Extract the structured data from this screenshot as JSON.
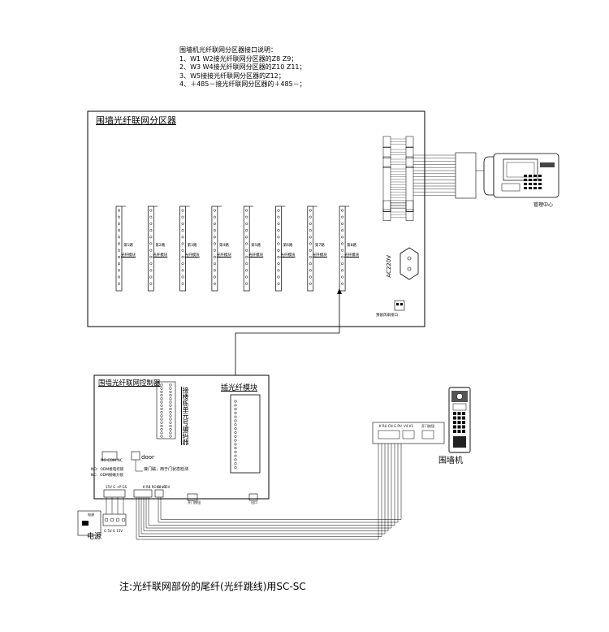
{
  "notes": {
    "heading": "围墙机光纤联网分区器接口说明：",
    "lines": [
      "1、W1 W2接光纤联网分区器的Z8 Z9；",
      "2、W3 W4接光纤联网分区器的Z10 Z11；",
      "3、W5接接光纤联网分区器的Z12；",
      "4、＋485－接光纤联网分区器的＋485－；"
    ]
  },
  "partitioner": {
    "title": "围墙光纤联网分区器",
    "ac_label": "AC220V",
    "port_label": "預留风扇接口",
    "modules": [
      {
        "name": "第1路",
        "sub": "光纤模块"
      },
      {
        "name": "第2路",
        "sub": "光纤模块"
      },
      {
        "name": "第3路",
        "sub": "光纤模块"
      },
      {
        "name": "第4路",
        "sub": "光纤模块"
      },
      {
        "name": "第5路",
        "sub": "光纤模块"
      },
      {
        "name": "第6路",
        "sub": "光纤模块"
      },
      {
        "name": "第7路",
        "sub": "光纤模块"
      },
      {
        "name": "第8路",
        "sub": "光纤模块"
      }
    ]
  },
  "management": {
    "label": "管理中心"
  },
  "controller": {
    "title": "围墙光纤联网控制器",
    "vertical_label": "接楼栋单元号编码器",
    "fiber_module": "插光纤模块",
    "door_label": "door",
    "door_check": "接门磁，用于门状态检测",
    "no_line": "NO：ODM接电控锁",
    "nc_line": "NC：ODM接磁力锁",
    "nocomnc": "NO COM NC",
    "power_header": "15V G +P GS",
    "fiber_header": "K RB RG G +15V",
    "v_header": "V4 V1",
    "port_a": "开门按钮",
    "port_b": "出口"
  },
  "wall_unit": {
    "label": "围墙机",
    "header_a": "K RU CH G PU",
    "header_b": "V4 V1",
    "header_c": "开门按钮"
  },
  "power": {
    "label": "电源",
    "terminals": "G 5V G 15V",
    "box_label": "电源"
  },
  "footer": "注:光纤联网部份的尾纤(光纤跳线)用SC-SC"
}
